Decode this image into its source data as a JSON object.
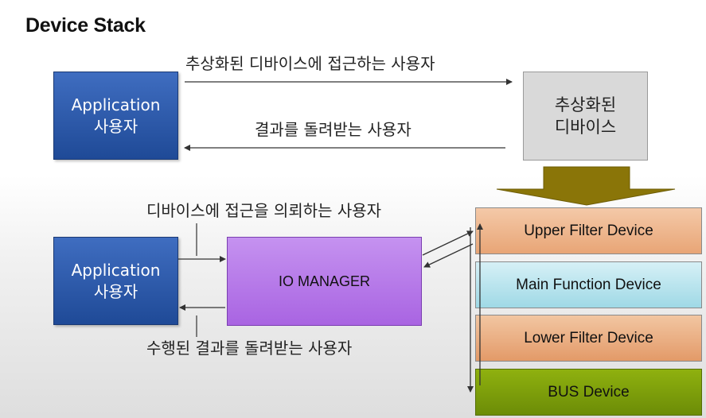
{
  "title": "Device Stack",
  "top": {
    "app_line1": "Application",
    "app_line2": "사용자",
    "device_line1": "추상화된",
    "device_line2": "디바이스",
    "arrow_forward_label": "추상화된 디바이스에 접근하는 사용자",
    "arrow_back_label": "결과를 돌려받는 사용자"
  },
  "bottom": {
    "app_line1": "Application",
    "app_line2": "사용자",
    "io_manager": "IO MANAGER",
    "request_label": "디바이스에 접근을 의뢰하는 사용자",
    "result_label": "수행된 결과를 돌려받는 사용자"
  },
  "stack": {
    "upper": "Upper Filter Device",
    "main": "Main Function Device",
    "lower": "Lower Filter Device",
    "bus": "BUS Device"
  }
}
